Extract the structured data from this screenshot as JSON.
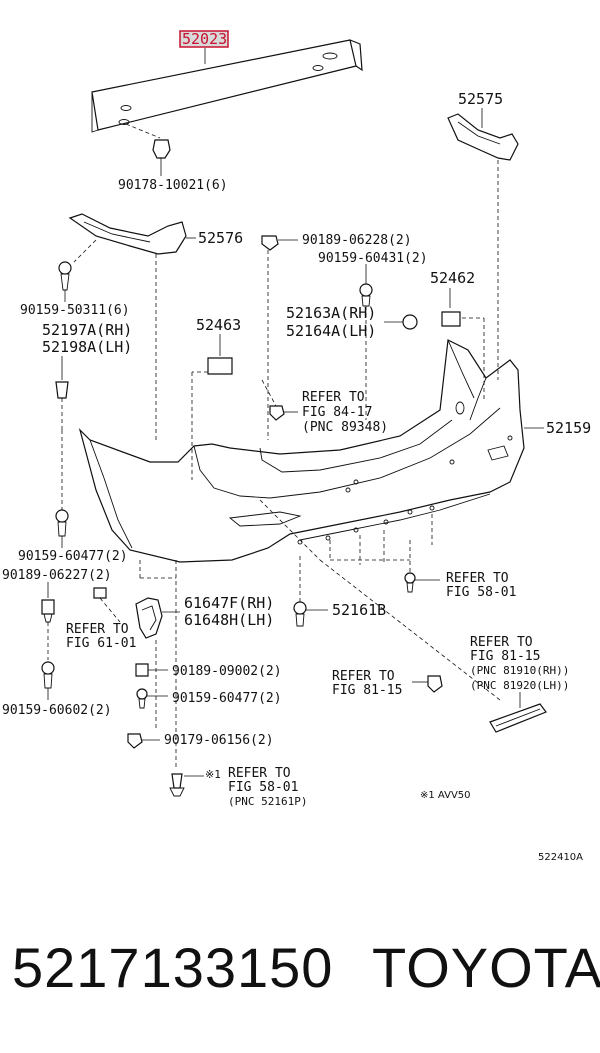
{
  "highlight": {
    "label": "52023",
    "color": "#c8102e"
  },
  "labels": {
    "l52575": "52575",
    "l9017810021": "90178-10021(6)",
    "l52576": "52576",
    "l9018906228": "90189-06228(2)",
    "l9015960431": "90159-60431(2)",
    "l52462": "52462",
    "l9015950311": "90159-50311(6)",
    "l52463": "52463",
    "l52163": "52163A(RH)",
    "l52164": "52164A(LH)",
    "l52197": "52197A(RH)",
    "l52198": "52198A(LH)",
    "ref8417_1": "REFER TO",
    "ref8417_2": "FIG 84-17",
    "ref8417_3": "(PNC 89348)",
    "l52159": "52159",
    "l9015960477a": "90159-60477(2)",
    "l9018906227": "90189-06227(2)",
    "ref6101_1": "REFER TO",
    "ref6101_2": "FIG 61-01",
    "l61647": "61647F(RH)",
    "l61648": "61648H(LH)",
    "l52161b": "52161B",
    "ref5801a_1": "REFER TO",
    "ref5801a_2": "FIG 58-01",
    "ref8115a_1": "REFER TO",
    "ref8115a_2": "FIG 81-15",
    "ref8115a_3": "(PNC 81910(RH))",
    "ref8115a_4": "(PNC 81920(LH))",
    "ref8115b_1": "REFER TO",
    "ref8115b_2": "FIG 81-15",
    "l9018909002": "90189-09002(2)",
    "l9015960477b": "90159-60477(2)",
    "l9015960602": "90159-60602(2)",
    "l9017906156": "90179-06156(2)",
    "ref5801b_mark": "※1",
    "ref5801b_1": "REFER TO",
    "ref5801b_2": "FIG 58-01",
    "ref5801b_3": "(PNC 52161P)",
    "note": "※1  AVV50",
    "fig_code": "522410A"
  },
  "footer": {
    "part_number": "5217133150",
    "brand": "TOYOTA"
  }
}
